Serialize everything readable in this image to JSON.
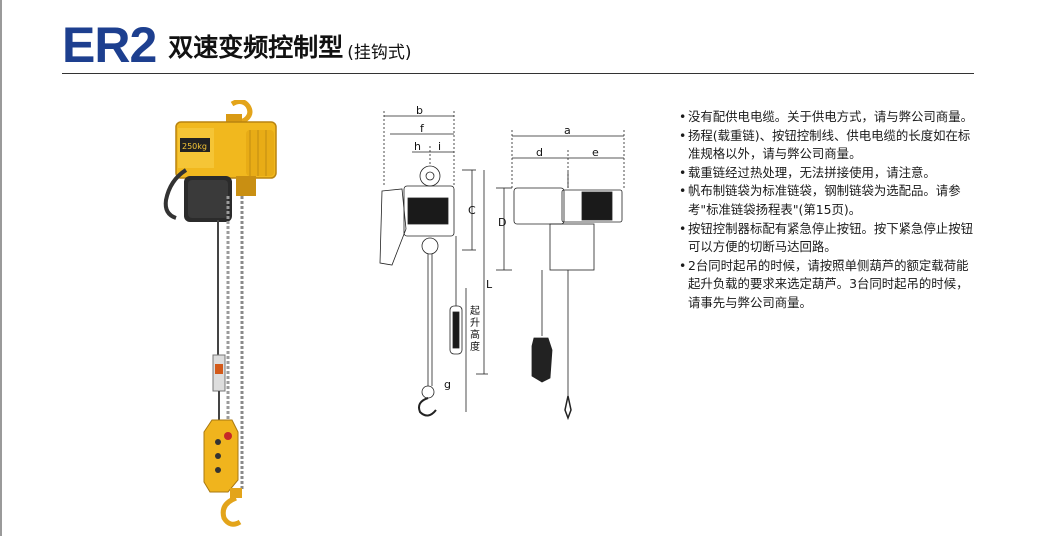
{
  "header": {
    "model": "ER2",
    "title": "双速变频控制型",
    "subtitle": "(挂钩式)"
  },
  "product_photo": {
    "plate_text": "250kg"
  },
  "diagram": {
    "dim_labels": {
      "b": "b",
      "f": "f",
      "h": "h",
      "i": "i",
      "a": "a",
      "d": "d",
      "e": "e",
      "C": "C",
      "D": "D",
      "L": "L",
      "g": "g"
    },
    "lift_label": [
      "起",
      "升",
      "高",
      "度"
    ]
  },
  "notes": [
    "没有配供电电缆。关于供电方式，请与弊公司商量。",
    "扬程(载重链)、按钮控制线、供电电缆的长度如在标准规格以外，请与弊公司商量。",
    "载重链经过热处理，无法拼接使用，请注意。",
    "帆布制链袋为标准链袋，钢制链袋为选配品。请参考\"标准链袋扬程表\"(第15页)。",
    "按钮控制器标配有紧急停止按钮。按下紧急停止按钮可以方便的切断马达回路。",
    "2台同时起吊的时候，请按照单侧葫芦的额定载荷能起升负载的要求来选定葫芦。3台同时起吊的时候，请事先与弊公司商量。"
  ]
}
